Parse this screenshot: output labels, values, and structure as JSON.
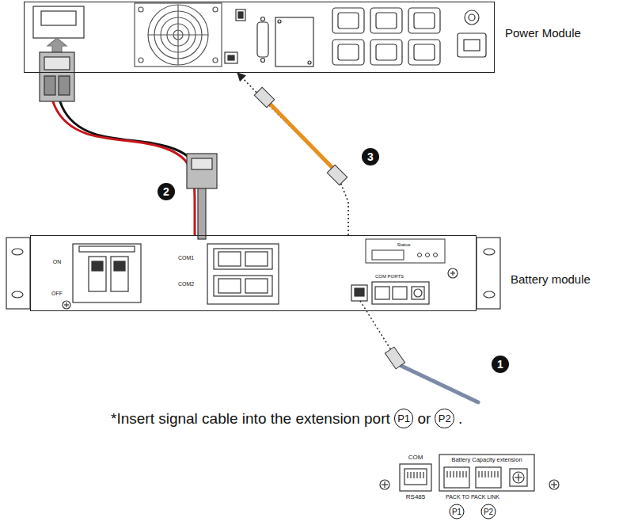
{
  "diagram": {
    "nodes": [
      {
        "text": [
          "Power Module"
        ]
      },
      {
        "text": [
          "Battery module"
        ]
      }
    ],
    "edges": [
      {
        "from": 0,
        "to": 1,
        "arrow": "none",
        "label": "2"
      },
      {
        "from": 1,
        "to": 0,
        "arrow": "to",
        "label": "3"
      }
    ],
    "labels": [
      "ON",
      "OFF",
      "COM1",
      "COM2",
      "Status",
      "COM PORTS",
      "1",
      "*Insert signal cable into the extension port",
      "P1",
      "or",
      "P2",
      ".",
      "COM",
      "RS485",
      "Battery Capacity extension",
      "PACK TO PACK LINK",
      "P1",
      "P2"
    ]
  }
}
